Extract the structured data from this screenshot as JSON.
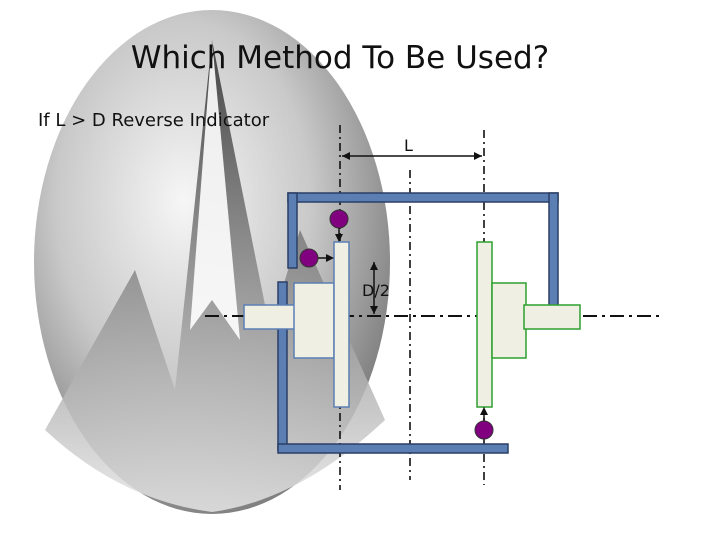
{
  "slide": {
    "title": "Which Method To Be Used?",
    "subtitle": "If  L > D Reverse Indicator"
  },
  "diagram": {
    "label_L": "L",
    "label_D2": "D/2",
    "colors": {
      "frame": "#5b7fb3",
      "frame_edge": "#2b3f66",
      "hub_fill": "#efefe4",
      "hub_edge_left": "#5b7fb3",
      "hub_edge_right": "#2ea02e",
      "indicator": "#800080"
    }
  }
}
